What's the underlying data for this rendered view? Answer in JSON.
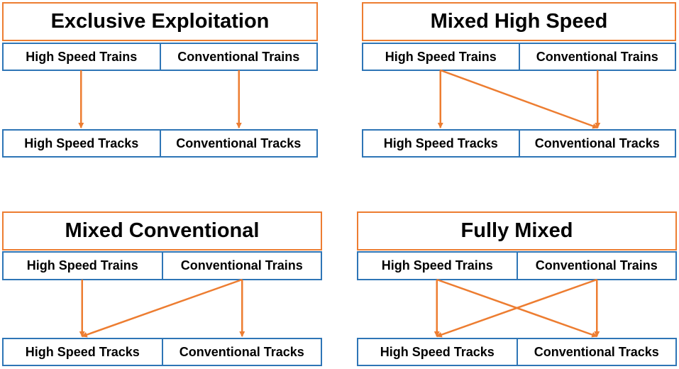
{
  "accent_color": "#ED7D31",
  "box_color": "#2E75B6",
  "panels": [
    {
      "title": "Exclusive Exploitation",
      "trains": [
        "High Speed Trains",
        "Conventional Trains"
      ],
      "tracks": [
        "High Speed Tracks",
        "Conventional Tracks"
      ],
      "links": [
        [
          0,
          0
        ],
        [
          1,
          1
        ]
      ]
    },
    {
      "title": "Mixed High Speed",
      "trains": [
        "High Speed Trains",
        "Conventional Trains"
      ],
      "tracks": [
        "High Speed Tracks",
        "Conventional Tracks"
      ],
      "links": [
        [
          0,
          0
        ],
        [
          0,
          1
        ],
        [
          1,
          1
        ]
      ]
    },
    {
      "title": "Mixed Conventional",
      "trains": [
        "High Speed Trains",
        "Conventional Trains"
      ],
      "tracks": [
        "High Speed Tracks",
        "Conventional Tracks"
      ],
      "links": [
        [
          0,
          0
        ],
        [
          1,
          0
        ],
        [
          1,
          1
        ]
      ]
    },
    {
      "title": "Fully Mixed",
      "trains": [
        "High Speed Trains",
        "Conventional Trains"
      ],
      "tracks": [
        "High Speed Tracks",
        "Conventional Tracks"
      ],
      "links": [
        [
          0,
          0
        ],
        [
          0,
          1
        ],
        [
          1,
          0
        ],
        [
          1,
          1
        ]
      ]
    }
  ]
}
